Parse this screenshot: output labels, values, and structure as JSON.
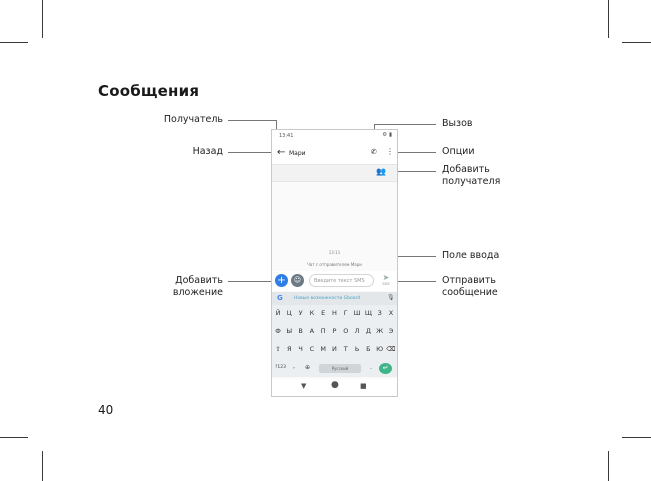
{
  "page": {
    "title": "Сообщения",
    "page_number": "40"
  },
  "callouts": {
    "recipient": "Получатель",
    "back": "Назад",
    "attach": "Добавить\nвложение",
    "call": "Вызов",
    "options": "Опции",
    "add_recipient": "Добавить\nполучателя",
    "input_field": "Поле ввода",
    "send_message": "Отправить\nсообщение"
  },
  "screen": {
    "status_time": "13:41",
    "status_icons": "⚙ ▮",
    "recipient_name": "Мари",
    "message_date": "13:11",
    "message_status": "Чат с отправителем Мари",
    "input_placeholder": "Введите текст SMS",
    "send_label": "SMS",
    "keyboard": {
      "suggestion": "Новые возможности Gboard",
      "row1": [
        "Й",
        "Ц",
        "У",
        "К",
        "Е",
        "Н",
        "Г",
        "Ш",
        "Щ",
        "З",
        "Х"
      ],
      "row2": [
        "Ф",
        "Ы",
        "В",
        "А",
        "П",
        "Р",
        "О",
        "Л",
        "Д",
        "Ж",
        "Э"
      ],
      "row3": [
        "⇧",
        "Я",
        "Ч",
        "С",
        "М",
        "И",
        "Т",
        "Ь",
        "Б",
        "Ю",
        "⌫"
      ],
      "num_key": "?123",
      "comma_key": ",",
      "space_label": "Русский",
      "period_key": "."
    }
  },
  "icons": {
    "back": "←",
    "call": "✆",
    "options": "⋮",
    "add_recipient": "👥",
    "attach": "+",
    "sticker": "☺",
    "send": "➤",
    "mic": "🎙",
    "globe": "⊕",
    "enter": "↵",
    "nav_back": "▼",
    "nav_home": "●",
    "nav_recent": "■"
  }
}
